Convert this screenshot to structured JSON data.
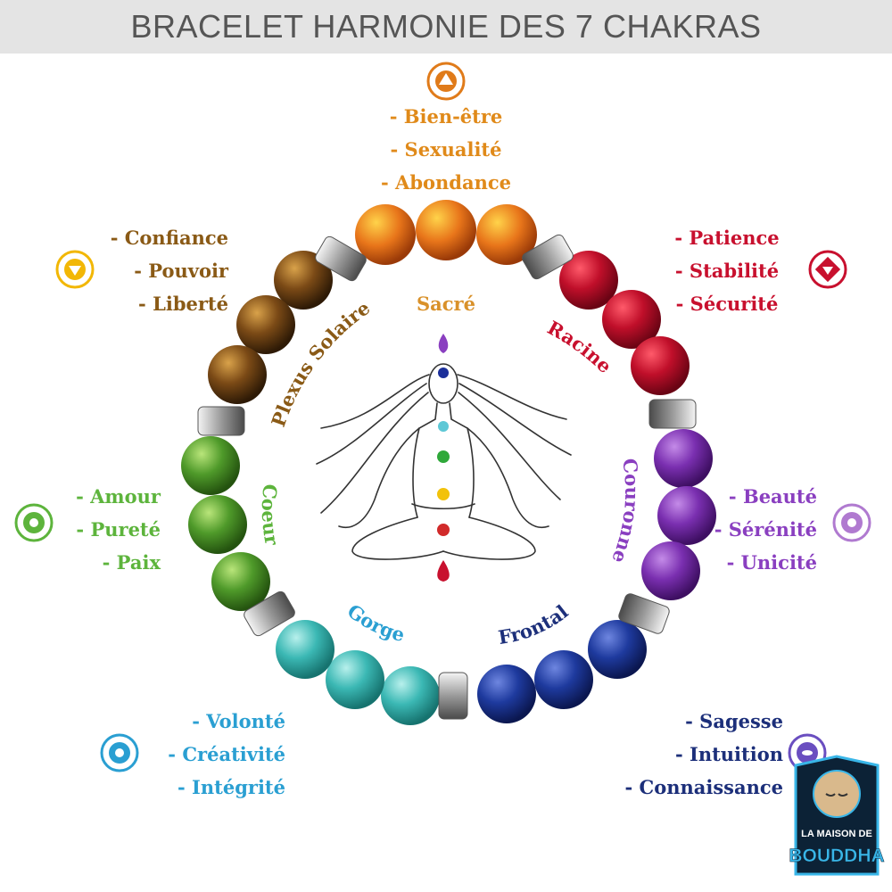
{
  "title": "BRACELET HARMONIE DES 7 CHAKRAS",
  "colors": {
    "sacre": "#e07b1a",
    "racine": "#c8102e",
    "plexus": "#8a5a16",
    "couronne": "#8a3fc0",
    "coeur": "#5db43c",
    "gorge": "#2a9fd2",
    "frontal": "#1c2f7a"
  },
  "chakras": {
    "sacre": {
      "name": "Sacré",
      "traits": [
        "- Bien-être",
        "- Sexualité",
        "- Abondance"
      ],
      "icon": "sacral-chakra-icon"
    },
    "racine": {
      "name": "Racine",
      "traits": [
        "- Patience",
        "- Stabilité",
        "- Sécurité"
      ],
      "icon": "root-chakra-icon"
    },
    "plexus": {
      "name": "Plexus Solaire",
      "traits": [
        "- Confiance",
        "- Pouvoir",
        "- Liberté"
      ],
      "icon": "solar-plexus-chakra-icon"
    },
    "couronne": {
      "name": "Couronne",
      "traits": [
        "- Beauté",
        "- Sérénité",
        "- Unicité"
      ],
      "icon": "crown-chakra-icon"
    },
    "coeur": {
      "name": "Coeur",
      "traits": [
        "- Amour",
        "- Pureté",
        "- Paix"
      ],
      "icon": "heart-chakra-icon"
    },
    "gorge": {
      "name": "Gorge",
      "traits": [
        "- Volonté",
        "- Créativité",
        "- Intégrité"
      ],
      "icon": "throat-chakra-icon"
    },
    "frontal": {
      "name": "Frontal",
      "traits": [
        "- Sagesse",
        "- Intuition",
        "- Connaissance"
      ],
      "icon": "third-eye-chakra-icon"
    }
  },
  "logo": {
    "line1": "LA MAISON DE",
    "line2": "BOUDDHA"
  }
}
